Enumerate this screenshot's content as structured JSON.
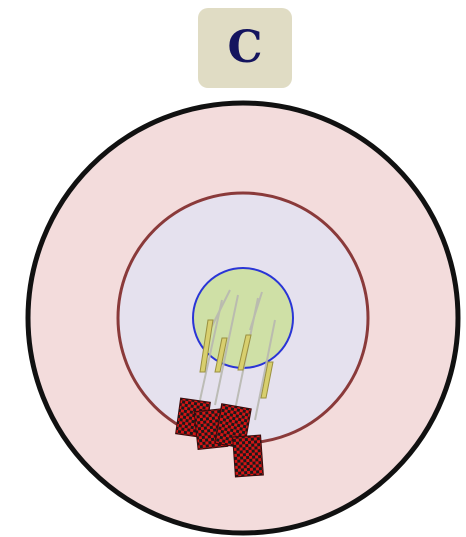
{
  "panel": {
    "label": "C"
  },
  "colors": {
    "label_background": "#e0dcc4",
    "label_text": "#14145e",
    "outer_ring_fill": "#f3dcdc",
    "outer_ring_stroke": "#111111",
    "middle_ring_fill": "#e5e1ee",
    "middle_ring_stroke": "#8a3a3a",
    "inner_core_fill": "#cfe0a6",
    "inner_core_stroke": "#2a35d6",
    "rod_color": "#c8c07a",
    "cluster_red": "#d41515",
    "cluster_dark": "#1a1a1a"
  },
  "elements": {
    "outer_ring": "outer-circle",
    "middle_ring": "middle-circle",
    "inner_core": "inner-circle",
    "rods": "yellow-rods",
    "clusters": "checkered-red-clusters"
  }
}
